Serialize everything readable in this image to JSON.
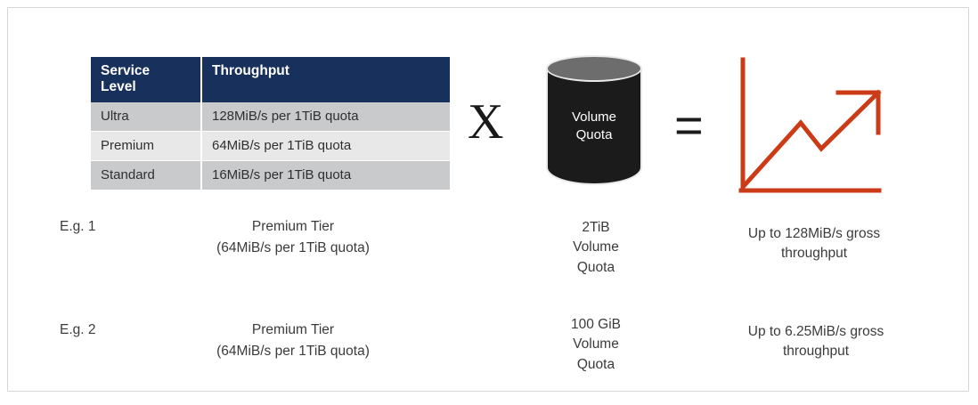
{
  "table": {
    "headers": [
      "Service Level",
      "Throughput"
    ],
    "header_lines": [
      [
        "Service",
        "Level"
      ],
      [
        "Throughput"
      ]
    ],
    "rows": [
      {
        "level": "Ultra",
        "throughput": "128MiB/s per 1TiB quota"
      },
      {
        "level": "Premium",
        "throughput": "64MiB/s per 1TiB quota"
      },
      {
        "level": "Standard",
        "throughput": "16MiB/s per 1TiB quota"
      }
    ],
    "header_bg": "#17315c",
    "row_bg_alt": [
      "#c9cacc",
      "#e8e8e9",
      "#c9cacc"
    ]
  },
  "operators": {
    "multiply": "X",
    "equals": "="
  },
  "cylinder": {
    "line1": "Volume",
    "line2": "Quota",
    "body_color": "#1b1b1b",
    "top_color": "#6d6d6d"
  },
  "chart_icon": {
    "accent_color": "#cc3b17",
    "description": "upward trending line chart with arrow"
  },
  "examples": [
    {
      "label": "E.g. 1",
      "tier_line1": "Premium Tier",
      "tier_line2": "(64MiB/s per 1TiB quota)",
      "quota_line1": "2TiB",
      "quota_line2": "Volume",
      "quota_line3": "Quota",
      "result_line1": "Up to 128MiB/s gross",
      "result_line2": "throughput"
    },
    {
      "label": "E.g. 2",
      "tier_line1": "Premium Tier",
      "tier_line2": "(64MiB/s per 1TiB quota)",
      "quota_line1": "100 GiB",
      "quota_line2": "Volume",
      "quota_line3": "Quota",
      "result_line1": "Up to 6.25MiB/s gross",
      "result_line2": "throughput"
    }
  ]
}
